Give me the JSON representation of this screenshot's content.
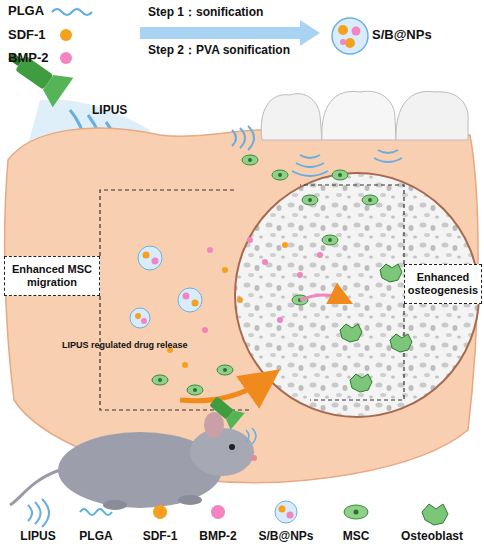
{
  "diagram": {
    "nodes": [
      {
        "text": [
          "Enhanced MSC migration"
        ]
      },
      {
        "text": [
          "Enhanced osteogenesis"
        ]
      }
    ],
    "labels": [
      "PLGA",
      "SDF-1",
      "BMP-2",
      "Step 1：sonification",
      "Step 2：PVA sonification",
      "S/B@NPs",
      "LIPUS",
      "LIPUS regulated drug release"
    ],
    "legend": [
      {
        "text": "LIPUS"
      },
      {
        "text": "PLGA"
      },
      {
        "text": "SDF-1",
        "color": "#f5a01e"
      },
      {
        "text": "BMP-2",
        "color": "#f284c0"
      },
      {
        "text": "S/B@NPs"
      },
      {
        "text": "MSC"
      },
      {
        "text": "Osteoblast"
      }
    ]
  }
}
